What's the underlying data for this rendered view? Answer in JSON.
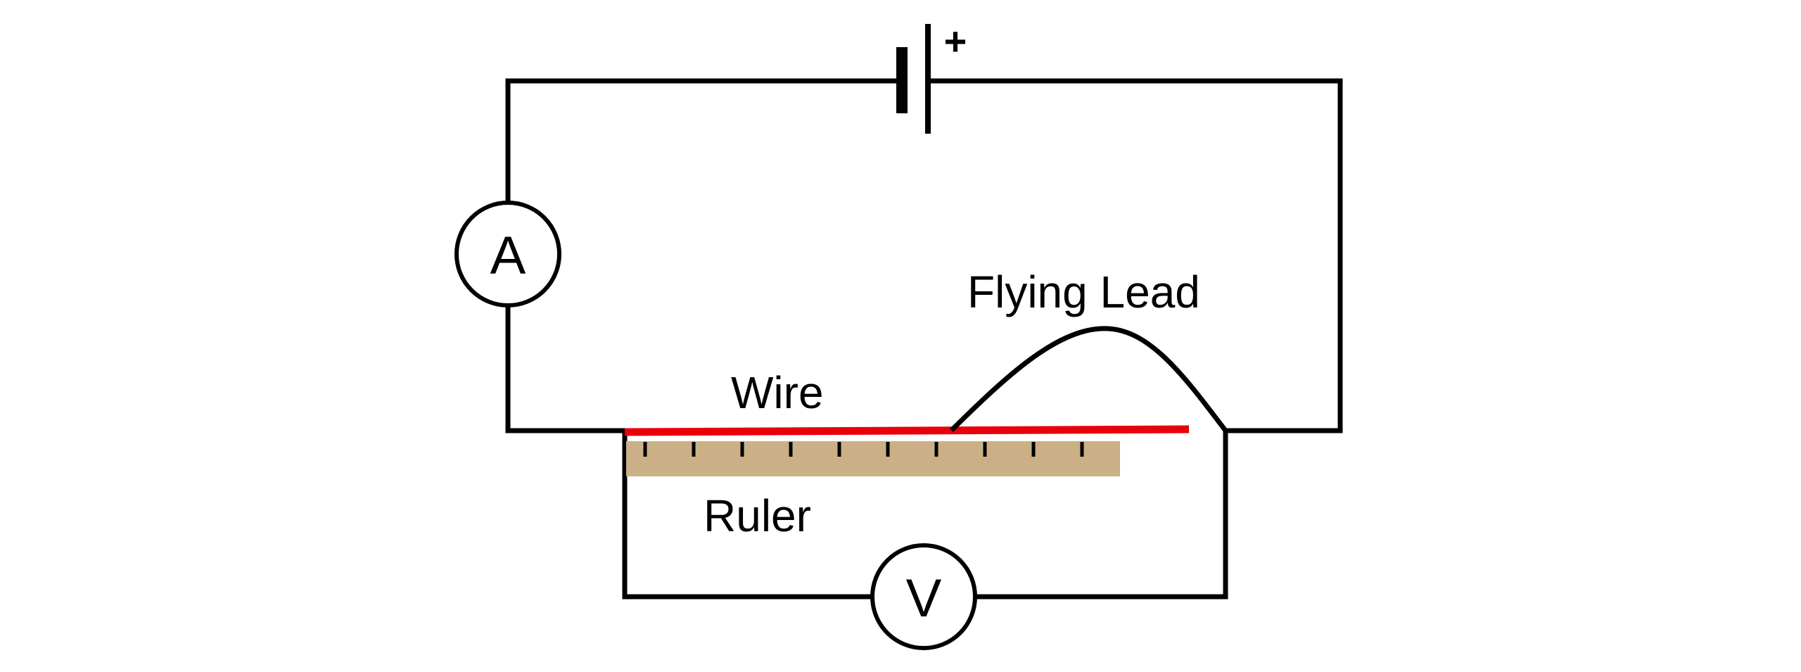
{
  "labels": {
    "flying_lead": "Flying Lead",
    "wire": "Wire",
    "ruler": "Ruler"
  },
  "ammeter": {
    "symbol": "A"
  },
  "voltmeter": {
    "symbol": "V"
  },
  "battery": {
    "polarity": "+"
  },
  "ruler": {
    "tick_count": 10
  },
  "colors": {
    "line": "#000000",
    "test_wire": "#e8000b",
    "ruler_fill": "#cbb087"
  }
}
